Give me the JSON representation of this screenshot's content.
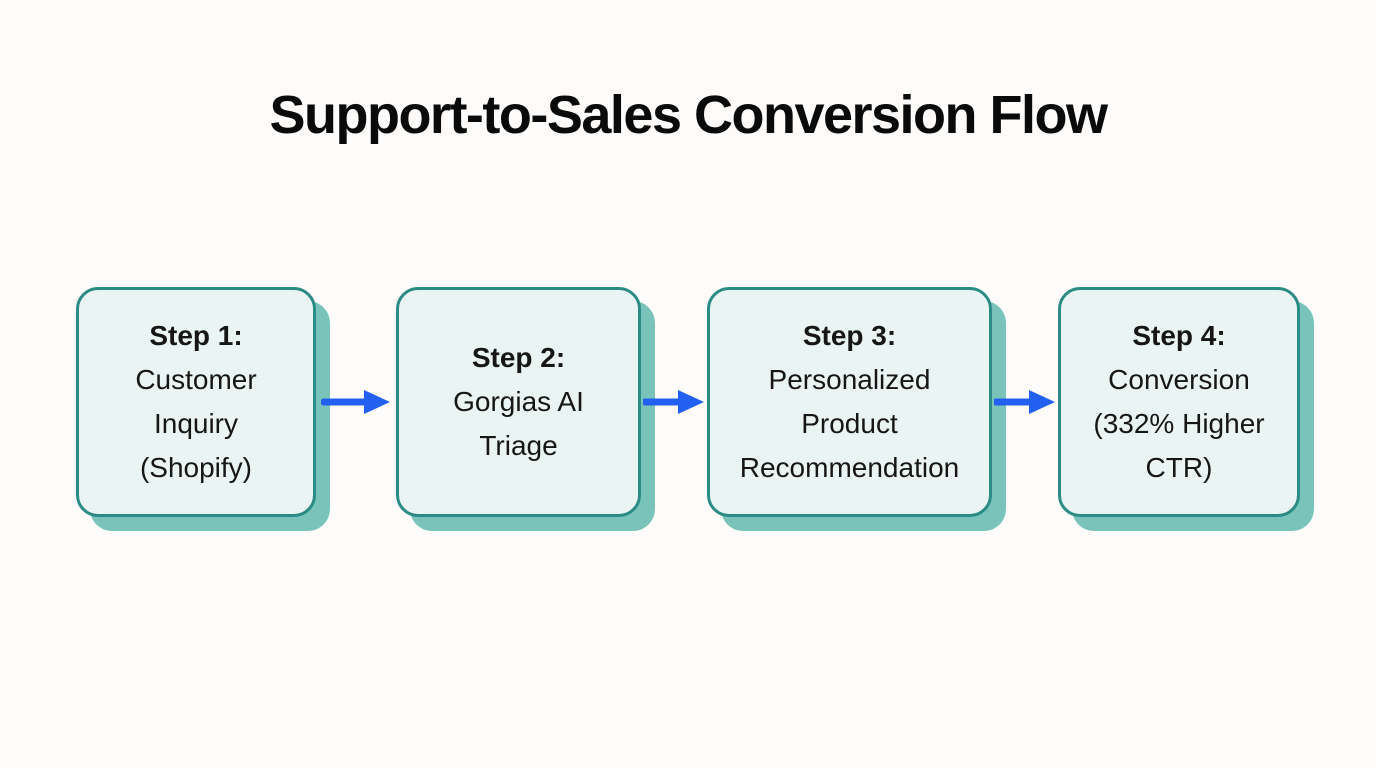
{
  "title": "Support-to-Sales Conversion Flow",
  "flow": {
    "boxes": [
      {
        "step_label": "Step 1:",
        "body": "Customer\nInquiry\n(Shopify)"
      },
      {
        "step_label": "Step 2:",
        "body": "Gorgias AI\nTriage"
      },
      {
        "step_label": "Step 3:",
        "body": "Personalized\nProduct\nRecommendation"
      },
      {
        "step_label": "Step 4:",
        "body": "Conversion\n(332% Higher\nCTR)"
      }
    ],
    "arrow_icon": "right-arrow"
  },
  "colors": {
    "background": "#fdfcfa",
    "box_fill": "#eaf4f2",
    "box_border": "#2a8c85",
    "box_shadow": "#79c3ba",
    "arrow_blue": "#2160f0",
    "title_text": "#0a0a0a",
    "body_text": "#161616"
  }
}
